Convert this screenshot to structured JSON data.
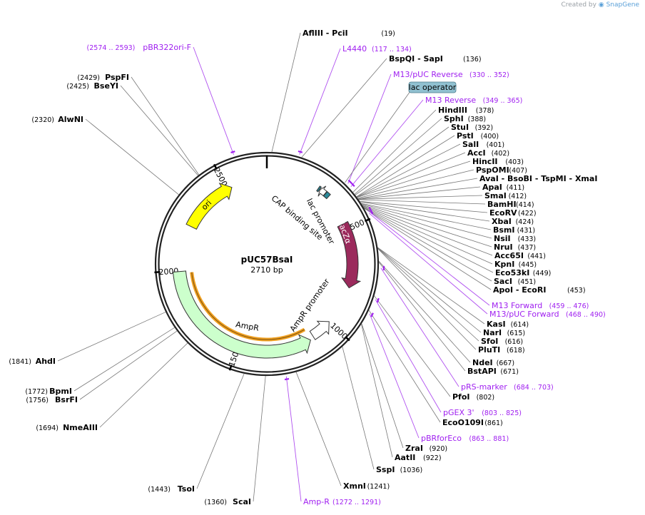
{
  "credit": {
    "prefix": "Created by",
    "brand": "SnapGene"
  },
  "plasmid": {
    "name": "pUC57BsaI",
    "length_label": "2710 bp",
    "length": 2710
  },
  "colors": {
    "ori": "#ffff00",
    "lacZa": "#9b2a5c",
    "AmpR": "#ccffcc",
    "promoter": "#ffffff",
    "CAP": "#2a8a9a",
    "feature": "#a020f0",
    "orange": "#f0a020",
    "label_box": "#90c0d0"
  },
  "ticks": [
    {
      "pos": 500,
      "label": "500"
    },
    {
      "pos": 1000,
      "label": "1000"
    },
    {
      "pos": 1500,
      "label": "1500"
    },
    {
      "pos": 2000,
      "label": "2000"
    },
    {
      "pos": 2500,
      "label": "2500"
    }
  ],
  "features": [
    {
      "name": "ori",
      "start": 2230,
      "end": 2525,
      "direction": 1,
      "color": "#ffff00"
    },
    {
      "name": "lacZα",
      "start": 469,
      "end": 800,
      "direction": 1,
      "color": "#9b2a5c"
    },
    {
      "name": "AmpR",
      "start": 1130,
      "end": 1995,
      "direction": -1,
      "color": "#ccffcc"
    },
    {
      "name": "AmpR promoter",
      "start": 1000,
      "end": 1110,
      "direction": -1,
      "color": "#ffffff"
    },
    {
      "name": "lac promoter",
      "start": 268,
      "end": 298,
      "direction": -1,
      "color": "#ffffff"
    },
    {
      "name": "CAP binding site",
      "start": 300,
      "end": 320,
      "direction": 0,
      "color": "#2a8a9a"
    },
    {
      "name": "CAP binding site",
      "start": 258,
      "end": 266,
      "direction": 0,
      "color": "#2a8a9a"
    }
  ],
  "feature_labels": [
    {
      "name": "ori",
      "rotate": -45
    },
    {
      "name": "lacZα",
      "rotate": 70
    },
    {
      "name": "AmpR",
      "rotate": 10
    },
    {
      "name": "AmpR promoter",
      "rotate": -55
    },
    {
      "name": "lac promoter",
      "rotate": 62
    },
    {
      "name": "CAP binding site",
      "rotate": 40
    }
  ],
  "sites_right": [
    {
      "name": "AflIII   -  PciI",
      "pos": "(19)",
      "coord": 19
    },
    {
      "name": "BspQI   -  SapI",
      "pos": "(136)",
      "coord": 136
    },
    {
      "name": "HindIII",
      "pos": "(378)",
      "coord": 378
    },
    {
      "name": "SphI",
      "pos": "(388)",
      "coord": 388
    },
    {
      "name": "StuI",
      "pos": "(392)",
      "coord": 392
    },
    {
      "name": "PstI",
      "pos": "(400)",
      "coord": 400
    },
    {
      "name": "SalI",
      "pos": "(401)",
      "coord": 401
    },
    {
      "name": "AccI",
      "pos": "(402)",
      "coord": 402
    },
    {
      "name": "HincII",
      "pos": "(403)",
      "coord": 403
    },
    {
      "name": "PspOMI",
      "pos": "(407)",
      "coord": 407
    },
    {
      "name": "AvaI   -  BsoBI   -  TspMI   -  XmaI",
      "pos": "(410)",
      "coord": 410
    },
    {
      "name": "ApaI",
      "pos": "(411)",
      "coord": 411
    },
    {
      "name": "SmaI",
      "pos": "(412)",
      "coord": 412
    },
    {
      "name": "BamHI",
      "pos": "(414)",
      "coord": 414
    },
    {
      "name": "EcoRV",
      "pos": "(422)",
      "coord": 422
    },
    {
      "name": "XbaI",
      "pos": "(424)",
      "coord": 424
    },
    {
      "name": "BsmI",
      "pos": "(431)",
      "coord": 431
    },
    {
      "name": "NsiI",
      "pos": "(433)",
      "coord": 433
    },
    {
      "name": "NruI",
      "pos": "(437)",
      "coord": 437
    },
    {
      "name": "Acc65I",
      "pos": "(441)",
      "coord": 441
    },
    {
      "name": "KpnI",
      "pos": "(445)",
      "coord": 445
    },
    {
      "name": "Eco53kI",
      "pos": "(449)",
      "coord": 449
    },
    {
      "name": "SacI",
      "pos": "(451)",
      "coord": 451
    },
    {
      "name": "ApoI   -  EcoRI",
      "pos": "(453)",
      "coord": 453
    },
    {
      "name": "KasI",
      "pos": "(614)",
      "coord": 614
    },
    {
      "name": "NarI",
      "pos": "(615)",
      "coord": 615
    },
    {
      "name": "SfoI",
      "pos": "(616)",
      "coord": 616
    },
    {
      "name": "PluTI",
      "pos": "(618)",
      "coord": 618
    },
    {
      "name": "NdeI",
      "pos": "(667)",
      "coord": 667
    },
    {
      "name": "BstAPI",
      "pos": "(671)",
      "coord": 671
    },
    {
      "name": "PfoI",
      "pos": "(802)",
      "coord": 802
    },
    {
      "name": "EcoO109I",
      "pos": "(861)",
      "coord": 861
    },
    {
      "name": "ZraI",
      "pos": "(920)",
      "coord": 920
    },
    {
      "name": "AatII",
      "pos": "(922)",
      "coord": 922
    },
    {
      "name": "SspI",
      "pos": "(1036)",
      "coord": 1036
    },
    {
      "name": "XmnI",
      "pos": "(1241)",
      "coord": 1241
    }
  ],
  "sites_left": [
    {
      "name": "PspFI",
      "pos": "(2429)",
      "coord": 2429
    },
    {
      "name": "BseYI",
      "pos": "(2425)",
      "coord": 2425
    },
    {
      "name": "AlwNI",
      "pos": "(2320)",
      "coord": 2320
    },
    {
      "name": "AhdI",
      "pos": "(1841)",
      "coord": 1841
    },
    {
      "name": "BpmI",
      "pos": "(1772)",
      "coord": 1772
    },
    {
      "name": "BsrFI",
      "pos": "(1756)",
      "coord": 1756
    },
    {
      "name": "NmeAIII",
      "pos": "(1694)",
      "coord": 1694
    },
    {
      "name": "TsoI",
      "pos": "(1443)",
      "coord": 1443
    },
    {
      "name": "ScaI",
      "pos": "(1360)",
      "coord": 1360
    }
  ],
  "primers": [
    {
      "name": "pBR322ori-F",
      "range": "(2574 .. 2593)",
      "coord": 2583
    },
    {
      "name": "L4440",
      "range": "(117 .. 134)",
      "coord": 125
    },
    {
      "name": "M13/pUC Reverse",
      "range": "(330 .. 352)",
      "coord": 341
    },
    {
      "name": "M13 Reverse",
      "range": "(349 .. 365)",
      "coord": 357
    },
    {
      "name": "M13 Forward",
      "range": "(459 .. 476)",
      "coord": 467
    },
    {
      "name": "M13/pUC Forward",
      "range": "(468 .. 490)",
      "coord": 479
    },
    {
      "name": "pRS-marker",
      "range": "(684 .. 703)",
      "coord": 693
    },
    {
      "name": "pGEX 3'",
      "range": "(803 .. 825)",
      "coord": 814
    },
    {
      "name": "pBRforEco",
      "range": "(863 .. 881)",
      "coord": 872
    },
    {
      "name": "Amp-R",
      "range": "(1272 .. 1291)",
      "coord": 1281
    }
  ],
  "boxed_label": {
    "name": "lac operator",
    "coord": 330
  }
}
